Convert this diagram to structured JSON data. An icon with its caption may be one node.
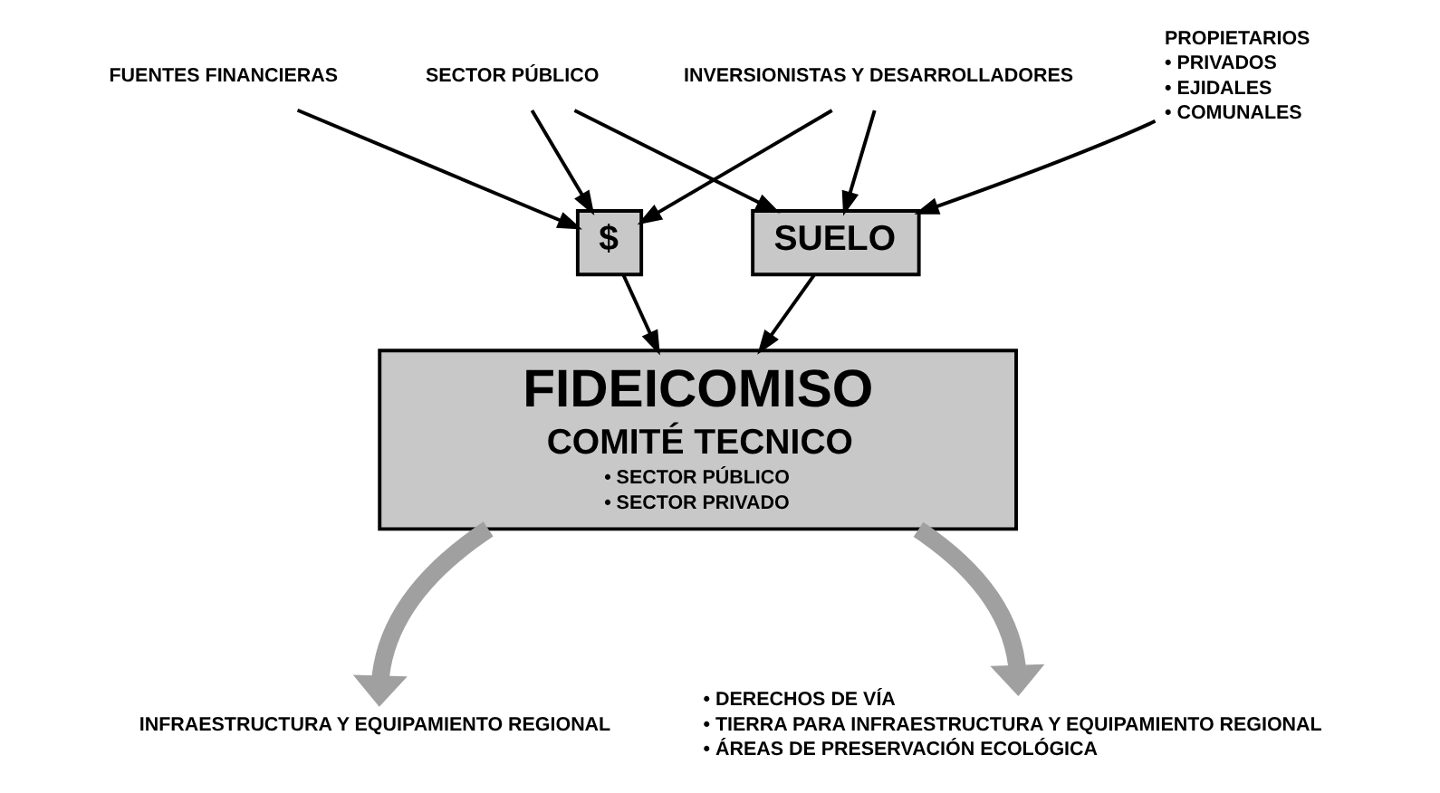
{
  "diagram": {
    "nodes": [
      {
        "text": [
          "FUENTES FINANCIERAS"
        ]
      },
      {
        "text": [
          "SECTOR PÚBLICO"
        ]
      },
      {
        "text": [
          "INVERSIONISTAS Y DESARROLLADORES"
        ]
      },
      {
        "text": [
          "PROPIETARIOS",
          "• PRIVADOS",
          "• EJIDALES",
          "• COMUNALES"
        ]
      },
      {
        "text": [
          "$"
        ]
      },
      {
        "text": [
          "SUELO"
        ]
      },
      {
        "text": [
          "FIDEICOMISO",
          "COMITÉ TECNICO",
          "• SECTOR PÚBLICO",
          "• SECTOR PRIVADO"
        ]
      },
      {
        "text": [
          "INFRAESTRUCTURA Y EQUIPAMIENTO REGIONAL"
        ]
      },
      {
        "text": [
          "• DERECHOS DE VÍA",
          "• TIERRA PARA INFRAESTRUCTURA Y EQUIPAMIENTO REGIONAL",
          "• ÁREAS DE PRESERVACIÓN ECOLÓGICA"
        ]
      }
    ],
    "edges": [
      {
        "from": 0,
        "to": 4,
        "arrow": "to"
      },
      {
        "from": 1,
        "to": 4,
        "arrow": "to"
      },
      {
        "from": 1,
        "to": 5,
        "arrow": "to"
      },
      {
        "from": 2,
        "to": 4,
        "arrow": "to"
      },
      {
        "from": 2,
        "to": 5,
        "arrow": "to"
      },
      {
        "from": 3,
        "to": 5,
        "arrow": "to"
      },
      {
        "from": 4,
        "to": 6,
        "arrow": "to"
      },
      {
        "from": 5,
        "to": 6,
        "arrow": "to"
      },
      {
        "from": 6,
        "to": 7,
        "arrow": "to",
        "style": "thick",
        "color": "#a0a0a0"
      },
      {
        "from": 6,
        "to": 8,
        "arrow": "to",
        "style": "thick",
        "color": "#a0a0a0"
      }
    ]
  }
}
